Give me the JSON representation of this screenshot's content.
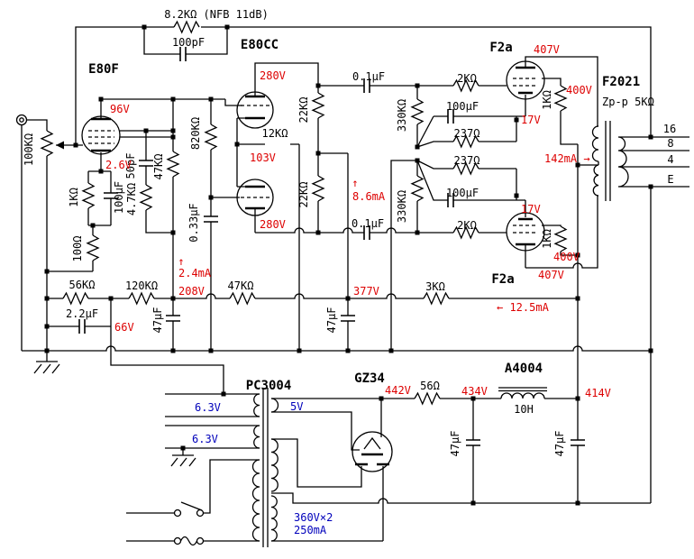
{
  "colors": {
    "wire": "#000000",
    "voltage_text": "#dd0000",
    "winding_text": "#0000bb"
  },
  "feedback": {
    "resistor": "8.2KΩ (NFB 11dB)",
    "capacitor": "100pF"
  },
  "input": {
    "pot": "100KΩ"
  },
  "tubes": {
    "e80f": "E80F",
    "e80cc": "E80CC",
    "f2a_upper": "F2a",
    "f2a_lower": "F2a",
    "gz34": "GZ34"
  },
  "e80f_stage": {
    "cathode_r": "1KΩ",
    "cathode_c": "100μF",
    "cathode_r2": "100Ω",
    "comp_c": "50pF",
    "comp_r": "4.7KΩ",
    "plate_r": "47KΩ"
  },
  "inverter": {
    "grid_r": "820KΩ",
    "grid_c": "0.33μF",
    "tail_r": "12KΩ",
    "plate_r_upper": "22KΩ",
    "plate_r_lower": "22KΩ"
  },
  "coupling": {
    "cap_upper": "0.1μF",
    "cap_lower": "0.1μF",
    "grid_stop_upper": "2KΩ",
    "grid_stop_lower": "2KΩ",
    "grid_leak_upper": "330KΩ",
    "grid_leak_lower": "330KΩ"
  },
  "output_stage": {
    "cath_c_upper": "100μF",
    "cath_r_upper": "237Ω",
    "cath_r_lower": "237Ω",
    "cath_c_lower": "100μF",
    "screen_r_upper": "1KΩ",
    "screen_r_lower": "1KΩ"
  },
  "opt": {
    "model": "F2021",
    "impedance": "Zp-p 5KΩ",
    "taps": [
      "16",
      "8",
      "4",
      "E"
    ]
  },
  "rail": {
    "r_56k": "56KΩ",
    "r_120k": "120KΩ",
    "c_22": "2.2μF",
    "c_47_a": "47μF",
    "r_47k": "47KΩ",
    "c_47_b": "47μF",
    "r_3k": "3KΩ"
  },
  "psu": {
    "transformer": "PC3004",
    "choke": "A4004",
    "choke_h": "10H",
    "r_56": "56Ω",
    "c_47_c": "47μF",
    "c_47_d": "47μF",
    "heater_a": "6.3V",
    "heater_b": "6.3V",
    "rect_heater": "5V",
    "hv": "360V×2",
    "hv_i": "250mA"
  },
  "voltages": {
    "v96": "96V",
    "v26": "2.6V",
    "v280_top": "280V",
    "v103": "103V",
    "v280_bot": "280V",
    "v407_top": "407V",
    "v400_top": "400V",
    "v17_top": "17V",
    "v17_bot": "17V",
    "v400_bot": "400V",
    "v407_bot": "407V",
    "v66": "66V",
    "v208": "208V",
    "v377": "377V",
    "v442": "442V",
    "v434": "434V",
    "v414": "414V"
  },
  "currents": {
    "arrow_up_a": "↑",
    "i24": "2.4mA",
    "arrow_up_b": "↑",
    "i86": "8.6mA",
    "i142": "142mA →",
    "i125": "← 12.5mA"
  }
}
